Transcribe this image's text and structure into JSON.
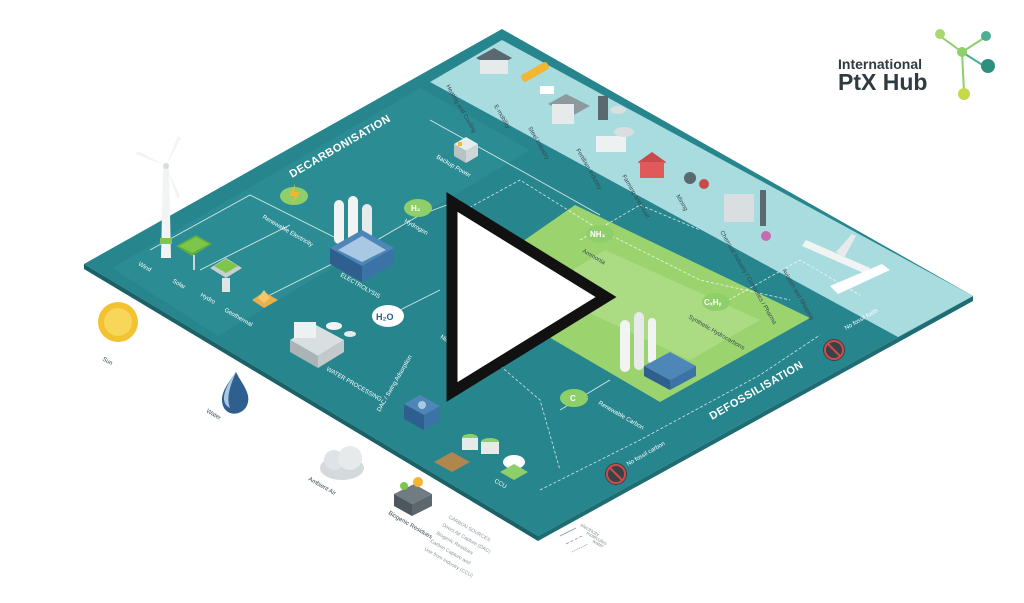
{
  "logo": {
    "line1": "International",
    "line2": "PtX Hub"
  },
  "sections": {
    "decarbonisation": "DECARBONISATION",
    "defossilisation": "DEFOSSILISATION"
  },
  "sources": {
    "wind": "Wind",
    "solar": "Solar",
    "hydro": "Hydro",
    "geothermal": "Geothermal",
    "sun": "Sun",
    "water": "Water",
    "ambient_air": "Ambient Air",
    "biogenic_residues": "Biogenic Residues"
  },
  "processes": {
    "renewable_electricity": "Renewable Electricity",
    "electrolysis": "ELECTROLYSIS",
    "water_processing": "WATER PROCESSING",
    "hydrogen": "Hydrogen",
    "backup_power": "Backup Power",
    "ammonia": "Ammonia",
    "nitrogen": "Nitro",
    "synthetic_hydrocarbons": "Synthetic Hydrocarbons",
    "renewable_carbon": "Renewable Carbon",
    "dac": "DAC / Swing Adsorption",
    "ccu": "CCU",
    "no_fossil_fuels": "No fossil fuels",
    "no_fossil_carbon": "No fossil carbon"
  },
  "chem": {
    "h2": "H₂",
    "h2o": "H₂O",
    "nh3": "NH₃",
    "cxhy": "CₓHᵧ",
    "c": "C"
  },
  "uses": {
    "heating": "Heating and Cooling",
    "emobility": "E-mobility",
    "steel": "Steel Industry",
    "fertiliser": "Fertiliser Industry",
    "farming": "Farming and Food",
    "mining": "Mining",
    "chemical": "Chemical Industry / Cosmetics / Pharma",
    "aviation": "Aviation and Shipping"
  },
  "carbon_sources": {
    "title": "CARBON SOURCES",
    "line1": "Direct Air Capture (DAC)",
    "line2": "Biogenic Residues",
    "line3": "Carbon Capture and",
    "line4": "Use from Industry (CCU)"
  },
  "legend": {
    "electricity": "electricity",
    "molecules": "molecules",
    "water": "water"
  },
  "colors": {
    "teal": "#27858d",
    "teal_dark": "#1c6e76",
    "green_band": "#8fcf6a",
    "green": "#9bd46f",
    "use_band": "#a9dcdf"
  }
}
